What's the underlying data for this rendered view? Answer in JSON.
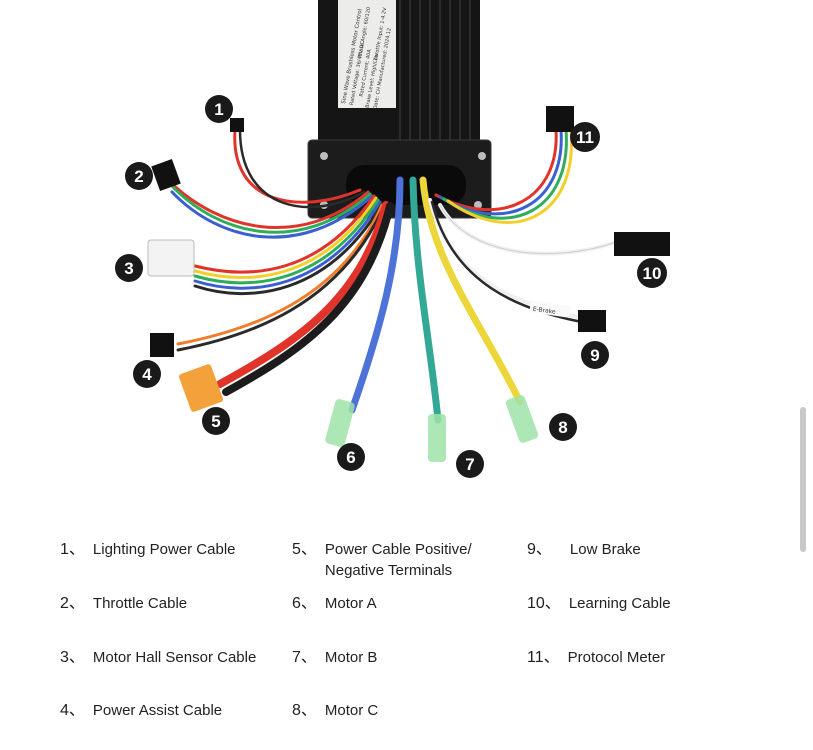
{
  "controller": {
    "label_lines": [
      "Sine Wave Brushless Motor Control",
      "Rated Voltage: 36/48V DC",
      "Phase Angle: 60/120",
      "Rated Current: 40A",
      "Brake Level: High/Low",
      "Throttle Input: 1-4.2V",
      "Date: CH Manufactured: 2024.12"
    ],
    "brake_tag": "E-Brake"
  },
  "callouts": [
    {
      "num": "1"
    },
    {
      "num": "2"
    },
    {
      "num": "3"
    },
    {
      "num": "4"
    },
    {
      "num": "5"
    },
    {
      "num": "6"
    },
    {
      "num": "7"
    },
    {
      "num": "8"
    },
    {
      "num": "9"
    },
    {
      "num": "10"
    },
    {
      "num": "11"
    }
  ],
  "legend": [
    {
      "num": "1、",
      "text": "Lighting Power Cable"
    },
    {
      "num": "2、",
      "text": "Throttle Cable"
    },
    {
      "num": "3、",
      "text": "Motor Hall Sensor Cable"
    },
    {
      "num": "4、",
      "text": "Power Assist Cable"
    },
    {
      "num": "5、",
      "text": "Power Cable Positive/",
      "text2": "Negative Terminals"
    },
    {
      "num": "6、",
      "text": "Motor A"
    },
    {
      "num": "7、",
      "text": "Motor B"
    },
    {
      "num": "8、",
      "text": "Motor C"
    },
    {
      "num": "9、",
      "text": "Low Brake"
    },
    {
      "num": "10、",
      "text": "Learning Cable"
    },
    {
      "num": "11、",
      "text": "Protocol Meter"
    }
  ],
  "colors": {
    "controller_body": "#141414",
    "red_wire": "#e0342b",
    "orange_wire": "#ef7d2c",
    "yellow_wire": "#f2cf2a",
    "green_wire": "#2eae5a",
    "blue_wire": "#3b5fd0",
    "white_wire": "#f0f0f0",
    "phase_blue": "#4d72d8",
    "phase_green": "#33a896",
    "phase_yellow": "#ecd63a",
    "xt_connector": "#f3a23b",
    "badge": "#1a1a1a"
  }
}
